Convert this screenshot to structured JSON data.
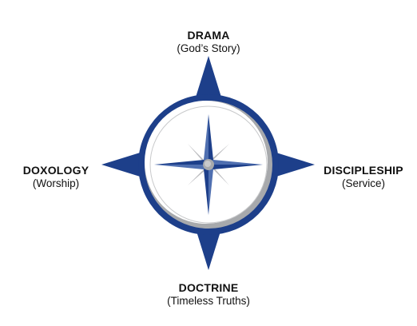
{
  "colors": {
    "navy": "#1d3f8a",
    "grey": "#a7a9ac",
    "needle_dark": "#1d3f8a",
    "needle_light": "#b9babd"
  },
  "labels": {
    "top": {
      "title": "DRAMA",
      "sub": "(God’s Story)"
    },
    "left": {
      "title": "DOXOLOGY",
      "sub": "(Worship)"
    },
    "right": {
      "title": "DISCIPLESHIP",
      "sub": "(Service)"
    },
    "bottom": {
      "title": "DOCTRINE",
      "sub": "(Timeless Truths)"
    }
  }
}
